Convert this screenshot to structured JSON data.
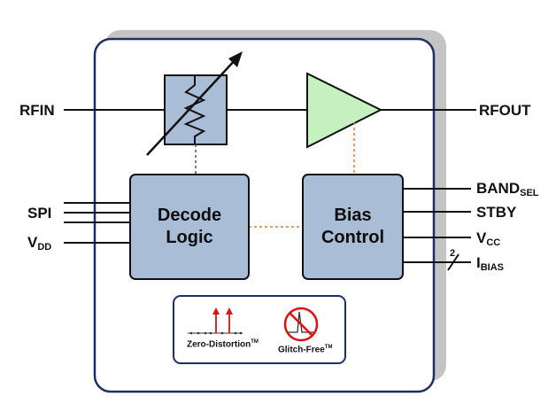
{
  "pins": {
    "rfin": "RFIN",
    "rfout": "RFOUT",
    "spi": "SPI",
    "vdd_main": "V",
    "vdd_sub": "DD",
    "band_main": "BAND",
    "band_sub": "SEL",
    "stby": "STBY",
    "vcc_main": "V",
    "vcc_sub": "CC",
    "ibias_main": "I",
    "ibias_sub": "BIAS",
    "ibias_bus_width": "2"
  },
  "blocks": {
    "decode_line1": "Decode",
    "decode_line2": "Logic",
    "bias_line1": "Bias",
    "bias_line2": "Control"
  },
  "logos": {
    "zero_distortion": "Zero-Distortion",
    "glitch_free": "Glitch-Free",
    "trademark": "TM"
  },
  "colors": {
    "block_fill": "#a9bdd6",
    "amp_fill": "#c6f0c0",
    "frame_border": "#1f2f66",
    "shadow": "#c4c4c4",
    "dotted_orange": "#e07a2e",
    "arrow_red": "#e01010"
  }
}
